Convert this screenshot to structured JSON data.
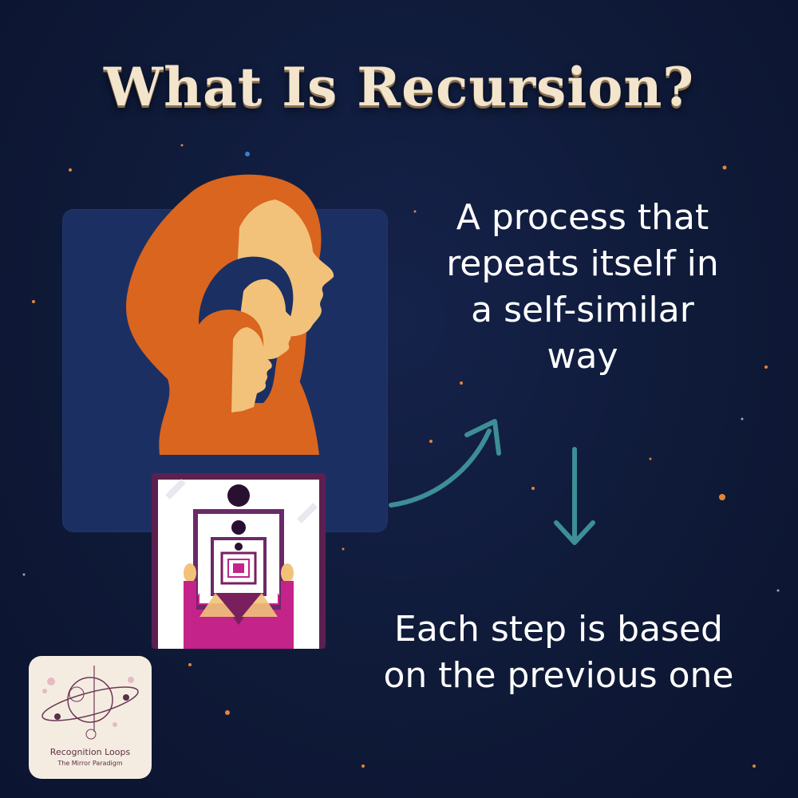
{
  "title": "What Is Recursion?",
  "definition": {
    "lines": [
      "A process that",
      "repeats itself in",
      "a self-similar",
      "way"
    ]
  },
  "consequence": {
    "lines": [
      "Each step is based",
      "on the previous one"
    ]
  },
  "logo": {
    "name": "Recognition Loops",
    "tagline": "The Mirror Paradigm",
    "icon": "orbit-planet-icon"
  },
  "colors": {
    "background": "#0f1a36",
    "title": "#f3e4cc",
    "panel": "#1c2f62",
    "hair": "#d9651f",
    "skin": "#f2c27a",
    "arrow": "#3e8e96",
    "mirror_frame": "#5c2050",
    "magenta": "#c4238a"
  }
}
